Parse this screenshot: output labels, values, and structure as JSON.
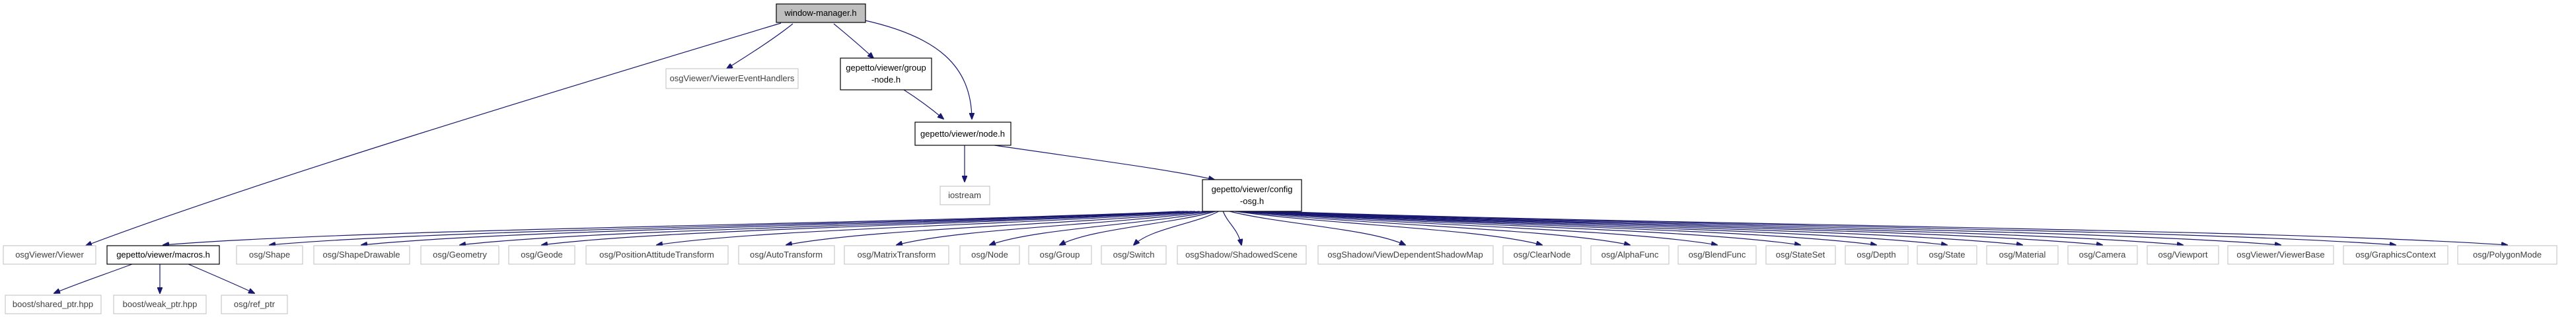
{
  "colors": {
    "edge": "#191970",
    "root_fill": "#bfbfbf",
    "ext_border": "#bfbfbf",
    "doc_border": "#000000"
  },
  "nodes": {
    "root": {
      "label": "window-manager.h"
    },
    "viewer_event_handlers": {
      "label": "osgViewer/ViewerEventHandlers"
    },
    "group_node": {
      "label_line1": "gepetto/viewer/group",
      "label_line2": "-node.h"
    },
    "node_h": {
      "label": "gepetto/viewer/node.h"
    },
    "iostream": {
      "label": "iostream"
    },
    "config_osg": {
      "label_line1": "gepetto/viewer/config",
      "label_line2": "-osg.h"
    },
    "viewer": {
      "label": "osgViewer/Viewer"
    },
    "macros": {
      "label": "gepetto/viewer/macros.h"
    },
    "shared_ptr": {
      "label": "boost/shared_ptr.hpp"
    },
    "weak_ptr": {
      "label": "boost/weak_ptr.hpp"
    },
    "ref_ptr": {
      "label": "osg/ref_ptr"
    },
    "shape": {
      "label": "osg/Shape"
    },
    "shape_drawable": {
      "label": "osg/ShapeDrawable"
    },
    "geometry": {
      "label": "osg/Geometry"
    },
    "geode": {
      "label": "osg/Geode"
    },
    "pat": {
      "label": "osg/PositionAttitudeTransform"
    },
    "auto_transform": {
      "label": "osg/AutoTransform"
    },
    "matrix_transform": {
      "label": "osg/MatrixTransform"
    },
    "node": {
      "label": "osg/Node"
    },
    "group": {
      "label": "osg/Group"
    },
    "switch": {
      "label": "osg/Switch"
    },
    "shadowed_scene": {
      "label": "osgShadow/ShadowedScene"
    },
    "vdsm": {
      "label": "osgShadow/ViewDependentShadowMap"
    },
    "clear_node": {
      "label": "osg/ClearNode"
    },
    "alpha_func": {
      "label": "osg/AlphaFunc"
    },
    "blend_func": {
      "label": "osg/BlendFunc"
    },
    "state_set": {
      "label": "osg/StateSet"
    },
    "depth": {
      "label": "osg/Depth"
    },
    "state": {
      "label": "osg/State"
    },
    "material": {
      "label": "osg/Material"
    },
    "camera": {
      "label": "osg/Camera"
    },
    "viewport": {
      "label": "osg/Viewport"
    },
    "viewer_base": {
      "label": "osgViewer/ViewerBase"
    },
    "graphics_context": {
      "label": "osg/GraphicsContext"
    },
    "polygon_mode": {
      "label": "osg/PolygonMode"
    }
  }
}
